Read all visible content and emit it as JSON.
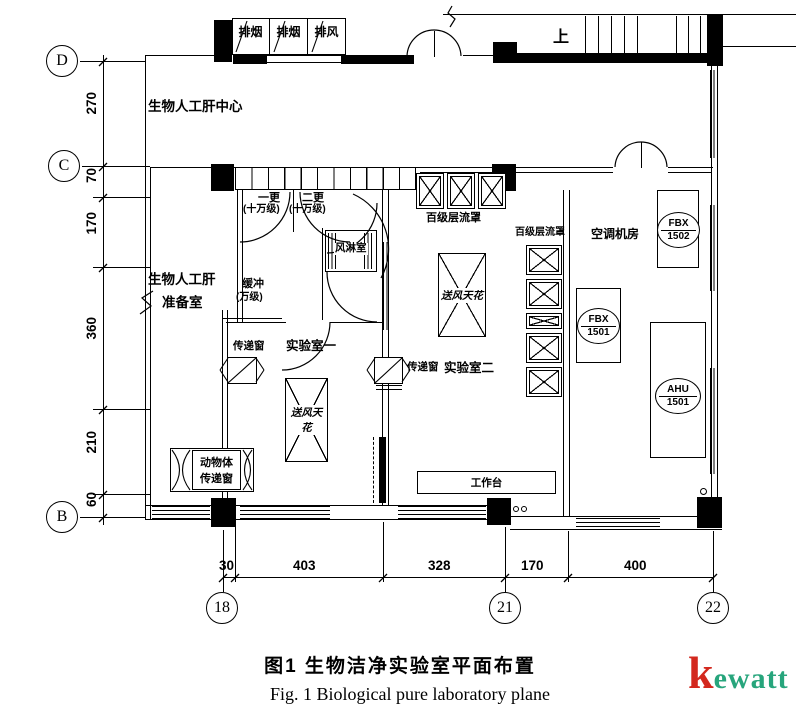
{
  "figure": {
    "caption_zh": "图1  生物洁净实验室平面布置",
    "caption_en": "Fig. 1   Biological pure laboratory plane"
  },
  "logo": {
    "first": "k",
    "rest": "ewatt",
    "red": "#d3281e",
    "green": "#27a57c"
  },
  "grid": {
    "rows": [
      "D",
      "C",
      "B"
    ],
    "cols": [
      "18",
      "21",
      "22"
    ]
  },
  "dims": {
    "vertical": [
      "270",
      "70",
      "170",
      "360",
      "210",
      "60"
    ],
    "horizontal": [
      "30",
      "403",
      "328",
      "170",
      "400"
    ]
  },
  "labels": {
    "exhaust_1": "排烟",
    "exhaust_2": "排烟",
    "exhaust_3": "排风",
    "stair_up": "上",
    "hall": "生物人工肝中心",
    "prep_line1": "生物人工肝",
    "prep_line2": "准备室",
    "change1_line1": "一更",
    "change1_line2": "(十万级)",
    "change2_line1": "二更",
    "change2_line2": "(十万级)",
    "air_shower": "风淋室",
    "buffer_line1": "缓冲",
    "buffer_line2": "(万级)",
    "laminar_hood_top": "百级层流罩",
    "laminar_hood_right": "百级层流罩",
    "supply_ceiling_lab1": "送风天花",
    "supply_ceiling_lab2": "送风天花",
    "pass_window_lab1": "传递窗",
    "lab1": "实验室一",
    "pass_window_lab2": "传递窗",
    "lab2": "实验室二",
    "ac_room": "空调机房",
    "fbx1502_line1": "FBX",
    "fbx1502_line2": "1502",
    "fbx1501_line1": "FBX",
    "fbx1501_line2": "1501",
    "ahu1501_line1": "AHU",
    "ahu1501_line2": "1501",
    "animal_pass_line1": "动物体",
    "animal_pass_line2": "传递窗",
    "workbench": "工作台"
  }
}
